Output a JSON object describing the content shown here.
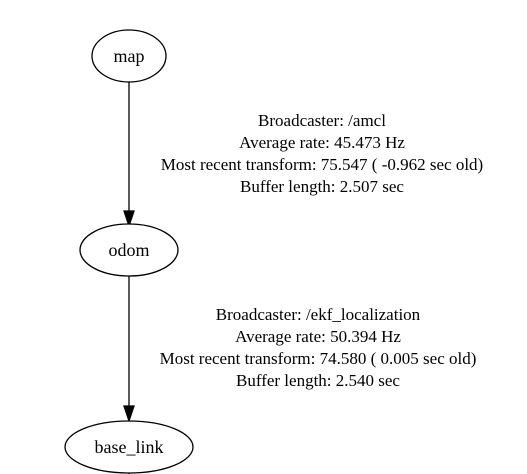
{
  "nodes": [
    {
      "id": "map",
      "label": "map"
    },
    {
      "id": "odom",
      "label": "odom"
    },
    {
      "id": "base_link",
      "label": "base_link"
    }
  ],
  "edges": [
    {
      "from": "map",
      "to": "odom",
      "broadcaster": "Broadcaster: /amcl",
      "average_rate": "Average rate: 45.473 Hz",
      "most_recent_transform": "Most recent transform: 75.547 ( -0.962 sec old)",
      "buffer_length": "Buffer length: 2.507 sec"
    },
    {
      "from": "odom",
      "to": "base_link",
      "broadcaster": "Broadcaster: /ekf_localization",
      "average_rate": "Average rate: 50.394 Hz",
      "most_recent_transform": "Most recent transform: 74.580 ( 0.005 sec old)",
      "buffer_length": "Buffer length: 2.540 sec"
    }
  ],
  "colors": {
    "stroke": "#000000",
    "background": "#ffffff"
  }
}
